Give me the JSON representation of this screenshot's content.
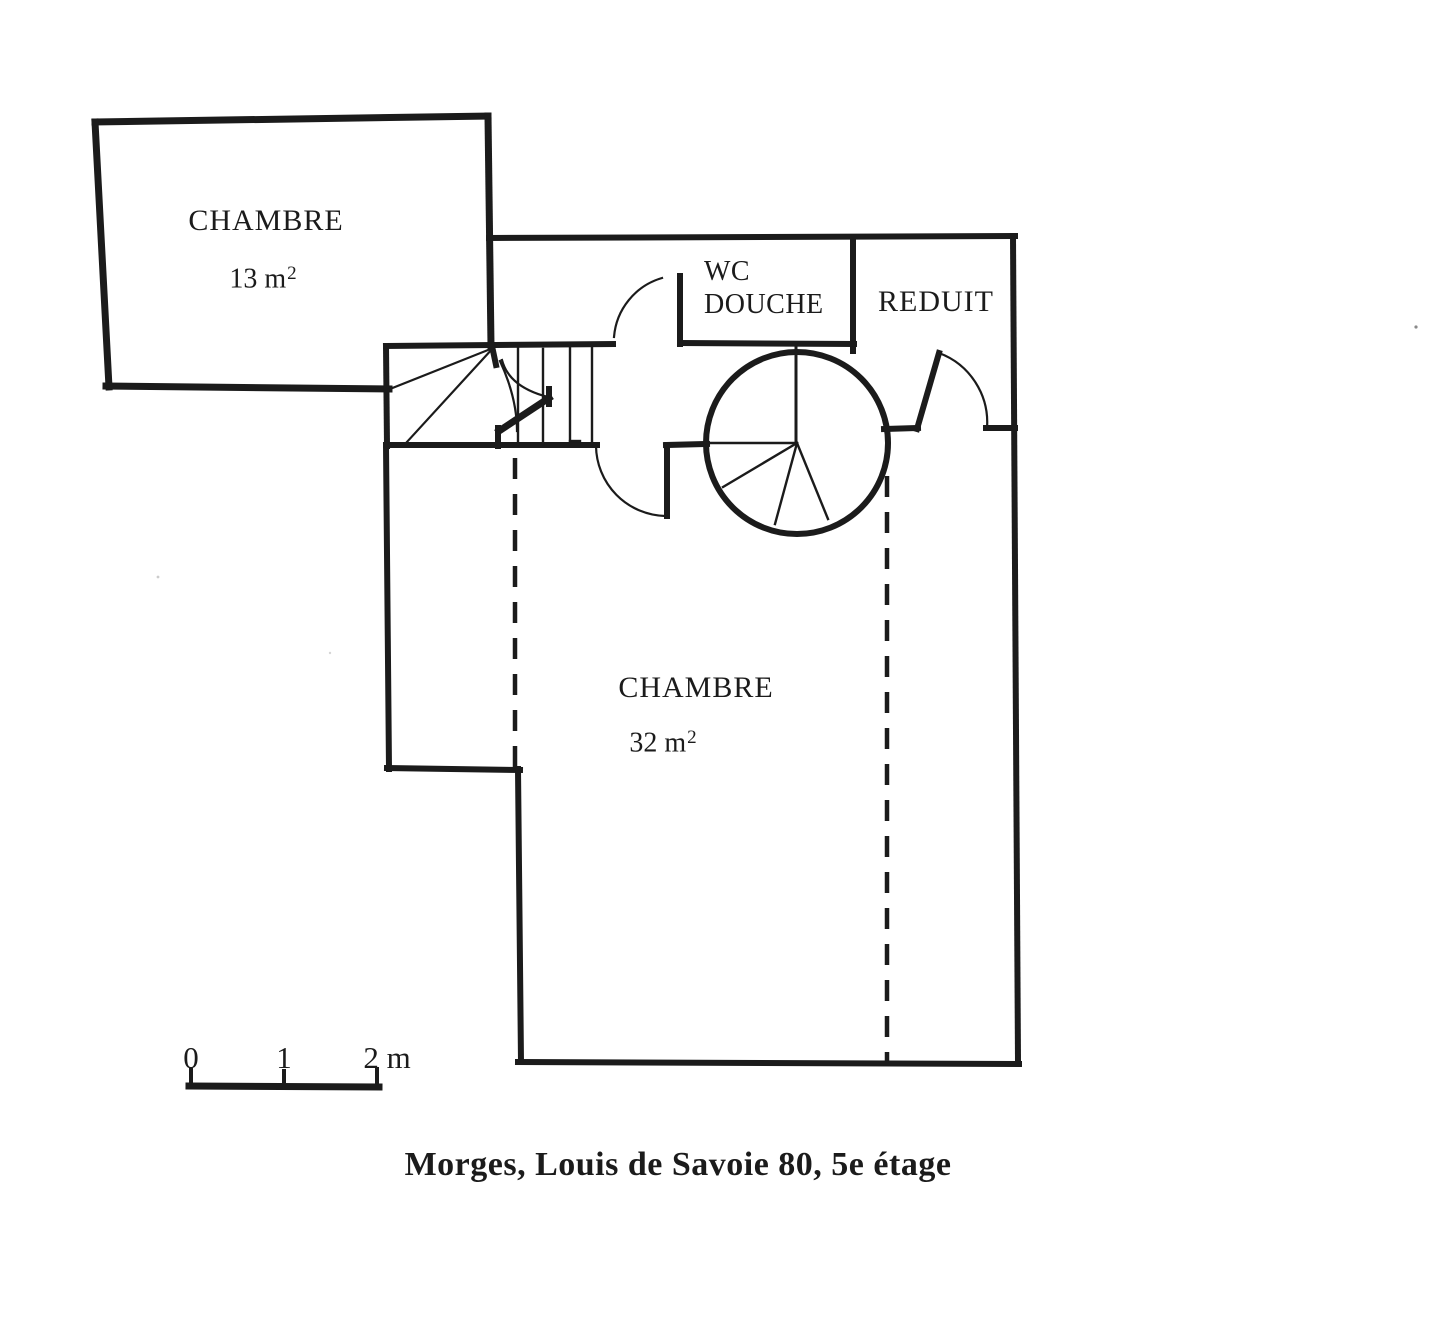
{
  "title": "Morges, Louis de Savoie 80, 5e étage",
  "rooms": {
    "chambre_small": {
      "name": "CHAMBRE",
      "area": "13 m",
      "area_exp": "2"
    },
    "wc_douche": {
      "line1": "WC",
      "line2": "DOUCHE"
    },
    "reduit": {
      "name": "REDUIT"
    },
    "chambre_large": {
      "name": "CHAMBRE",
      "area": "32 m",
      "area_exp": "2"
    }
  },
  "scale_bar": {
    "tick_0": "0",
    "tick_1": "1",
    "tick_2": "2 m"
  },
  "colors": {
    "ink": "#1b1b1b",
    "background": "#ffffff"
  }
}
